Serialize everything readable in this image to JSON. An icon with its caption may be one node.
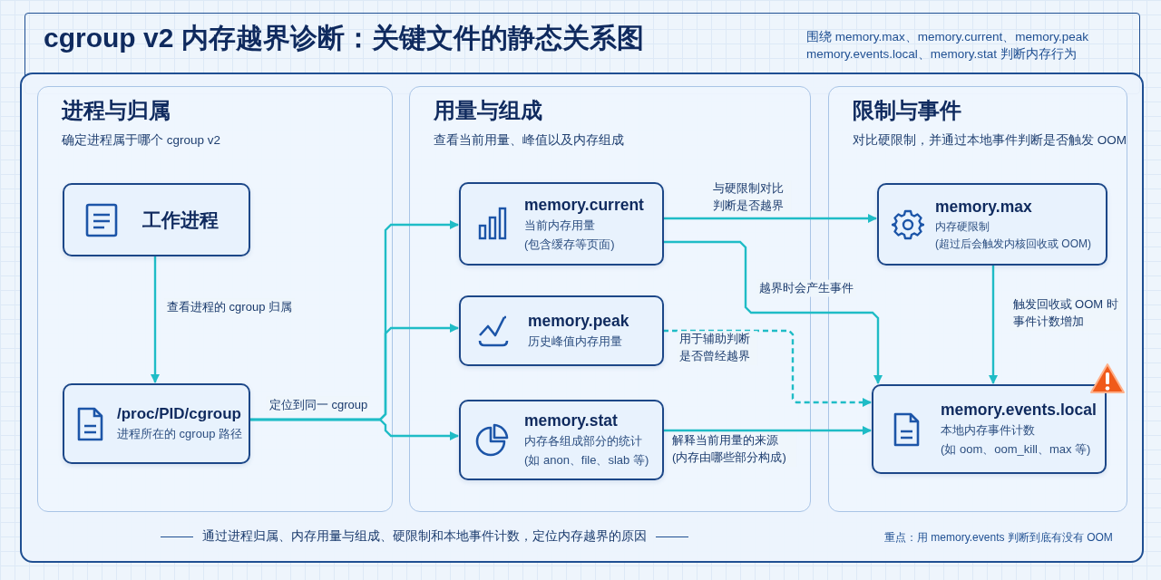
{
  "diagram": {
    "title": "cgroup v2 内存越界诊断：关键文件的静态关系图",
    "caption": "通过进程归属、内存用量与组成、硬限制和本地事件计数，定位内存越界的原因",
    "nodes": [
      {
        "text": [
          "进程与归属",
          "确定进程属于哪个 cgroup v2"
        ]
      },
      {
        "text": [
          "工作进程"
        ],
        "in": 0
      },
      {
        "text": [
          "/proc/PID/cgroup",
          "进程所在的 cgroup 路径"
        ],
        "in": 0
      },
      {
        "text": [
          "用量与组成",
          "查看当前用量、峰值以及内存组成"
        ]
      },
      {
        "text": [
          "memory.current",
          "当前内存用量",
          "(包含缓存等页面)"
        ],
        "in": 3
      },
      {
        "text": [
          "memory.peak",
          "历史峰值内存用量"
        ],
        "in": 3
      },
      {
        "text": [
          "memory.stat",
          "内存各组成部分的统计",
          "(如 anon、file、slab 等)"
        ],
        "in": 3
      },
      {
        "text": [
          "限制与事件",
          "对比硬限制，并通过本地事件判断是否触发 OOM"
        ]
      },
      {
        "text": [
          "memory.max",
          "内存硬限制",
          "(超过后会触发内核回收或 OOM)"
        ],
        "in": 7
      },
      {
        "text": [
          "memory.events.local",
          "本地内存事件计数",
          "(如 oom、oom_kill、max 等)"
        ],
        "in": 7
      }
    ],
    "edges": [
      {
        "from": 1,
        "to": 2,
        "arrow": "to",
        "label": "查看进程的 cgroup 归属"
      },
      {
        "from": 2,
        "to": 4,
        "arrow": "to",
        "label": "定位到同一 cgroup"
      },
      {
        "from": 2,
        "to": 5,
        "arrow": "to"
      },
      {
        "from": 2,
        "to": 6,
        "arrow": "to"
      },
      {
        "from": 4,
        "to": 8,
        "arrow": "to",
        "label": "与硬限制对比判断是否越界"
      },
      {
        "from": 4,
        "to": 9,
        "arrow": "to",
        "label": "越界时会产生事件"
      },
      {
        "from": 5,
        "to": 9,
        "arrow": "to",
        "label": "用于辅助判断是否曾经越界",
        "style": "dashed"
      },
      {
        "from": 6,
        "to": 9,
        "arrow": "to",
        "label": "解释当前用量的来源 (内存由哪些部分构成)"
      },
      {
        "from": 8,
        "to": 9,
        "arrow": "to",
        "label": "触发回收或 OOM 时事件计数增加"
      }
    ],
    "labels": [
      "围绕 memory.max、memory.current、memory.peak memory.events.local、memory.stat 判断内存行为",
      "重点：用 memory.events 判断到底有没有 OOM"
    ]
  }
}
